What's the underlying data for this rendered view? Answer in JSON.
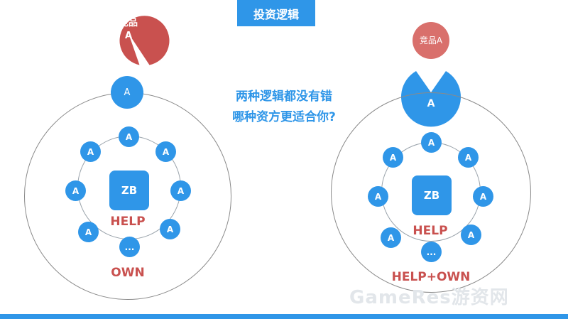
{
  "title": "投资逻辑",
  "question": {
    "line1": "两种逻辑都没有错",
    "line2": "哪种资方更适合你?"
  },
  "left": {
    "competitor_label_line1": "竞品",
    "competitor_label_line2": "A",
    "top_node": "A",
    "ring_nodes": [
      "A",
      "A",
      "A",
      "A",
      "A",
      "A",
      "A",
      "..."
    ],
    "center": "ZB",
    "help_label": "HELP",
    "own_label": "OWN"
  },
  "right": {
    "competitor_label": "竞品A",
    "big_node": "A",
    "ring_nodes": [
      "A",
      "A",
      "A",
      "A",
      "A",
      "A",
      "A",
      "..."
    ],
    "center": "ZB",
    "help_label": "HELP",
    "bottom_label": "HELP+OWN"
  },
  "watermark": "GameRes游资网",
  "colors": {
    "blue": "#2f96e8",
    "red": "#c9514f",
    "pale_red": "#d9706c"
  }
}
